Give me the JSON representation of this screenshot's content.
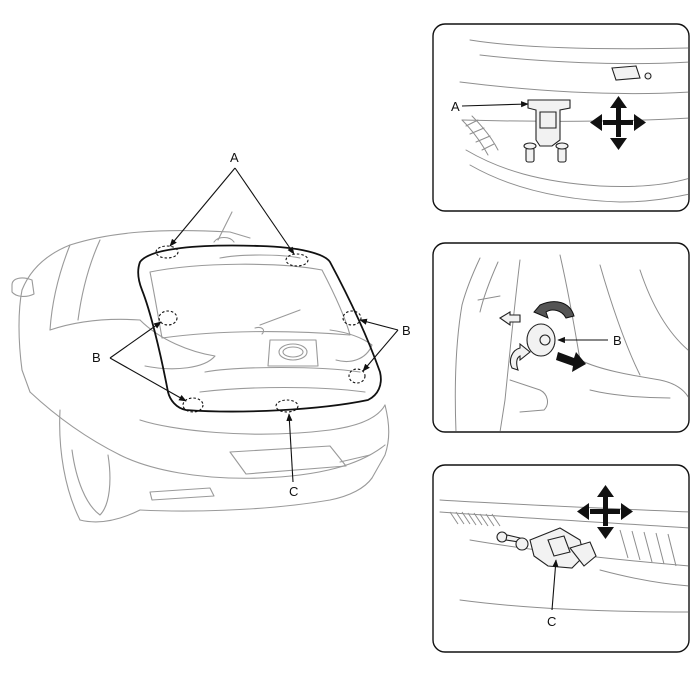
{
  "labels": {
    "clip_a": "A",
    "clip_b": "B",
    "clip_c": "C"
  },
  "colors": {
    "line": "#111111",
    "car_outline": "#9a9a9a",
    "background": "#ffffff"
  }
}
